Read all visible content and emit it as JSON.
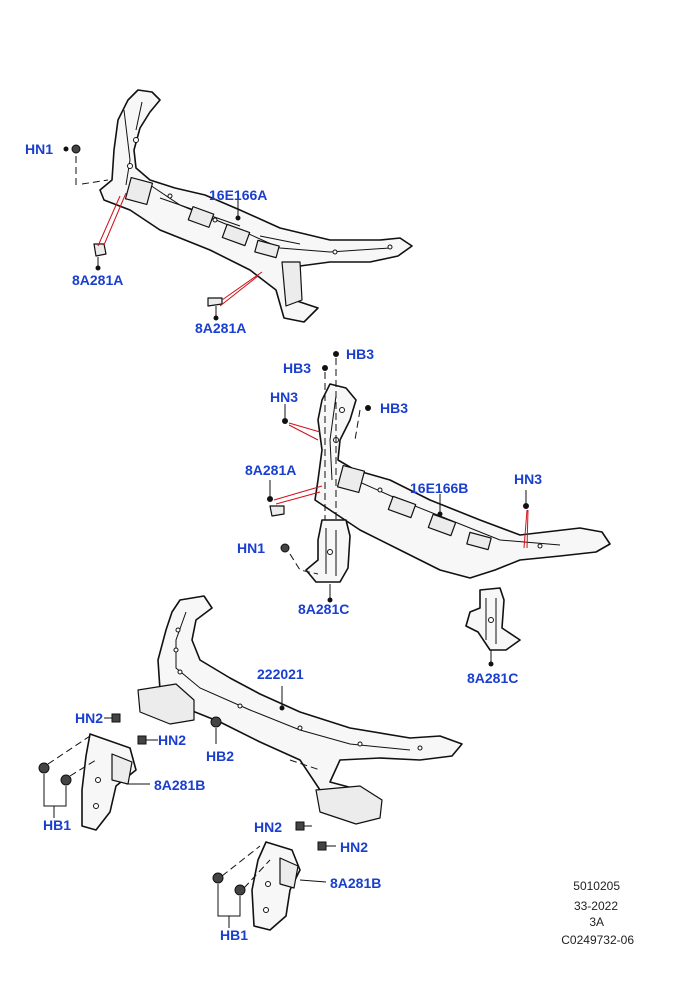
{
  "callouts": {
    "hn1_top": "HN1",
    "a16e166a": "16E166A",
    "a8a281a_1": "8A281A",
    "a8a281a_2": "8A281A",
    "hb3_1": "HB3",
    "hb3_2": "HB3",
    "hb3_3": "HB3",
    "hn3_left": "HN3",
    "a8a281a_3": "8A281A",
    "a16e166b": "16E166B",
    "hn3_right": "HN3",
    "hn1_mid": "HN1",
    "a8a281c_1": "8A281C",
    "a8a281c_2": "8A281C",
    "a222021": "222021",
    "hn2_1": "HN2",
    "hn2_2": "HN2",
    "hb2": "HB2",
    "a8a281b_1": "8A281B",
    "hb1_1": "HB1",
    "hn2_3": "HN2",
    "hn2_4": "HN2",
    "a8a281b_2": "8A281B",
    "hb1_2": "HB1"
  },
  "reference": {
    "line1": "5010205",
    "line2": "33-2022",
    "line3": "3A",
    "line4": "C0249732-06"
  },
  "colors": {
    "callout": "#1a3fcf",
    "leader_highlight": "#d0101a",
    "line": "#111111"
  }
}
